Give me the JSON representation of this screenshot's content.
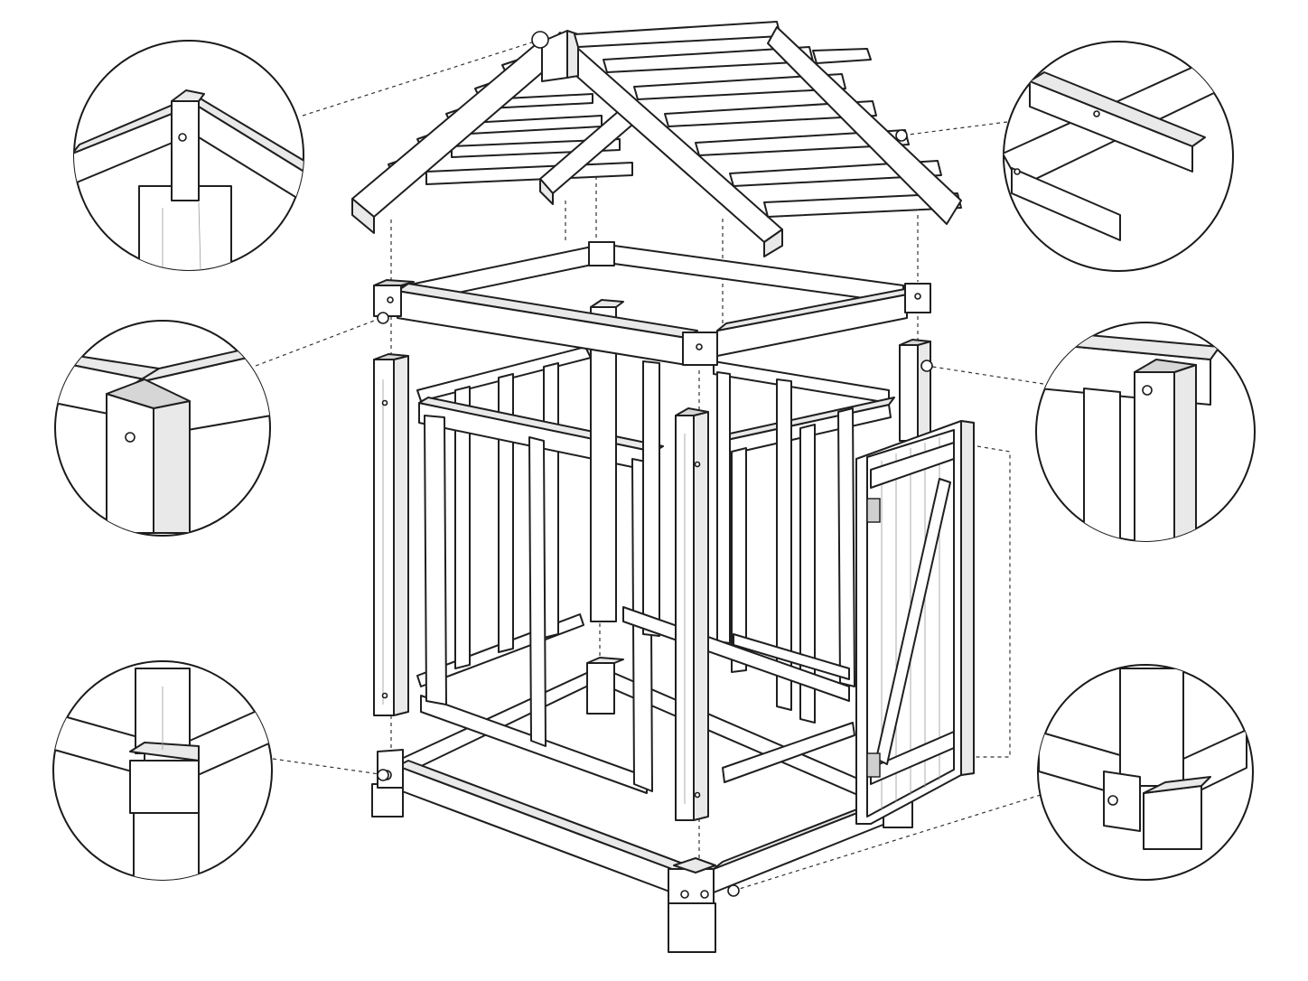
{
  "diagram": {
    "kind": "exploded-assembly",
    "subject": "wooden-shed-frame",
    "colors": {
      "line": "#1f1f1f",
      "wood": "#ffffff",
      "shade": "#e9e9e9",
      "background": "#ffffff"
    },
    "components": [
      "roof-rafters",
      "roof-slats",
      "top-frame",
      "corner-posts",
      "side-wall-panels",
      "door-panel",
      "door-hinges",
      "base-frame",
      "foot-blocks"
    ],
    "detail_callouts": [
      "ridge-joint-detail",
      "roof-slat-detail",
      "top-corner-detail",
      "post-corner-detail",
      "base-left-joint-detail",
      "base-right-joint-detail"
    ]
  }
}
